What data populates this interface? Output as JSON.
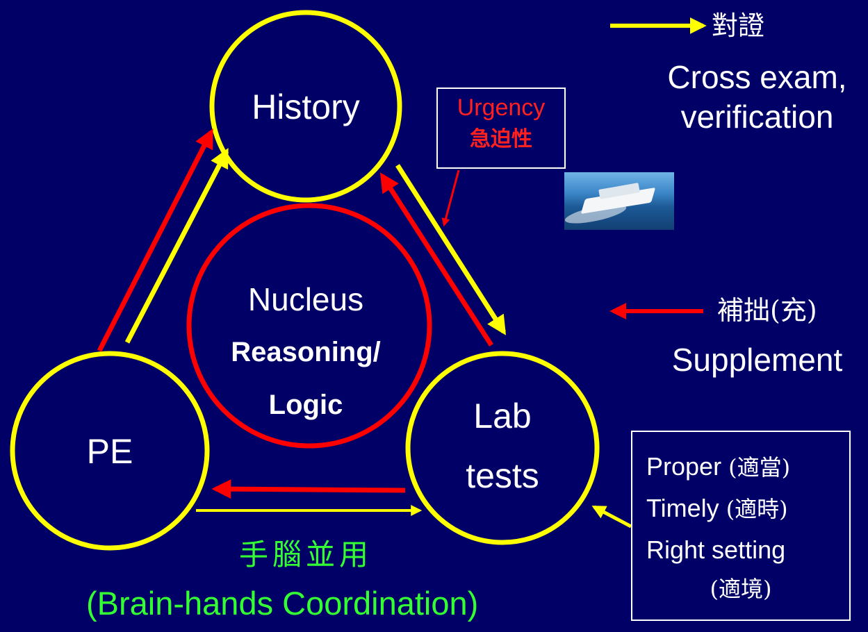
{
  "nodes": {
    "history": "History",
    "pe": "PE",
    "lab_line1": "Lab",
    "lab_line2": "tests",
    "nucleus_title": "Nucleus",
    "nucleus_line1": "Reasoning/",
    "nucleus_line2": "Logic"
  },
  "urgency": {
    "en": "Urgency",
    "zh": "急迫性"
  },
  "legend": {
    "yellow_arrow": {
      "zh": "對證",
      "en_line1": "Cross exam,",
      "en_line2": "verification"
    },
    "red_arrow": {
      "zh": "補拙(充)",
      "en": "Supplement"
    }
  },
  "criteria": [
    {
      "en": "Proper",
      "zh": "(適當)"
    },
    {
      "en": "Timely",
      "zh": "(適時)"
    },
    {
      "en": "Right setting",
      "zh": ""
    },
    {
      "en": "",
      "zh": "(適境)"
    }
  ],
  "footer": {
    "zh": "手腦並用",
    "en": "(Brain-hands Coordination)"
  },
  "colors": {
    "background": "#000066",
    "yellow": "#ffff00",
    "red": "#ff0000",
    "green": "#33ff33",
    "urgency_red": "#ff2020",
    "white": "#ffffff"
  },
  "images": {
    "ship": "cruise-ship-photo"
  }
}
